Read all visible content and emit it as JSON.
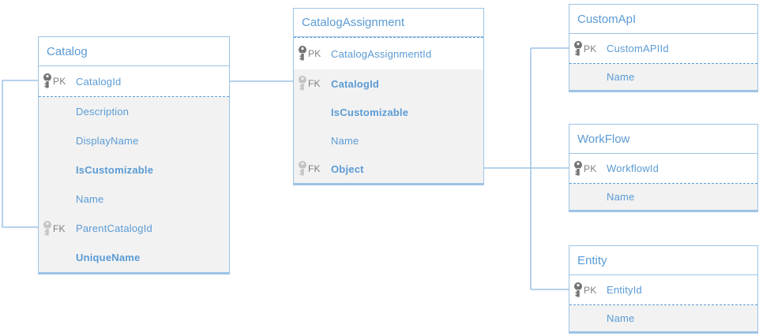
{
  "colors": {
    "border": "#9DC3E6",
    "header_text": "#5B9BD5",
    "field_text": "#5B9BD5",
    "group_row_bg": "#F2F2F2",
    "pk_icon": "#737373",
    "fk_icon": "#C4C4C4",
    "key_label_text": "#7F7F7F",
    "connector": "#9DC3E6"
  },
  "entities": [
    {
      "name": "Catalog",
      "fields": [
        {
          "key": "PK",
          "name": "CatalogId",
          "bold": false
        },
        {
          "key": "",
          "name": "Description",
          "bold": false
        },
        {
          "key": "",
          "name": "DisplayName",
          "bold": false
        },
        {
          "key": "",
          "name": "IsCustomizable",
          "bold": true
        },
        {
          "key": "",
          "name": "Name",
          "bold": false
        },
        {
          "key": "FK",
          "name": "ParentCatalogId",
          "bold": false
        },
        {
          "key": "",
          "name": "UniqueName",
          "bold": true
        }
      ]
    },
    {
      "name": "CatalogAssignment",
      "fields": [
        {
          "key": "PK",
          "name": "CatalogAssignmentId",
          "bold": false
        },
        {
          "key": "FK",
          "name": "CatalogId",
          "bold": true
        },
        {
          "key": "",
          "name": "IsCustomizable",
          "bold": true
        },
        {
          "key": "",
          "name": "Name",
          "bold": false
        },
        {
          "key": "FK",
          "name": "Object",
          "bold": true
        }
      ]
    },
    {
      "name": "CustomApI",
      "fields": [
        {
          "key": "PK",
          "name": "CustomAPIId",
          "bold": false
        },
        {
          "key": "",
          "name": "Name",
          "bold": false
        }
      ]
    },
    {
      "name": "WorkFlow",
      "fields": [
        {
          "key": "PK",
          "name": "WorkflowId",
          "bold": false
        },
        {
          "key": "",
          "name": "Name",
          "bold": false
        }
      ]
    },
    {
      "name": "Entity",
      "fields": [
        {
          "key": "PK",
          "name": "EntityId",
          "bold": false
        },
        {
          "key": "",
          "name": "Name",
          "bold": false
        }
      ]
    }
  ],
  "relationships": [
    {
      "from": "Catalog.ParentCatalogId",
      "to": "Catalog.CatalogId"
    },
    {
      "from": "CatalogAssignment.CatalogId",
      "to": "Catalog.CatalogId"
    },
    {
      "from": "CatalogAssignment.Object",
      "to": "CustomApI.CustomAPIId"
    },
    {
      "from": "CatalogAssignment.Object",
      "to": "WorkFlow.WorkflowId"
    },
    {
      "from": "CatalogAssignment.Object",
      "to": "Entity.EntityId"
    }
  ]
}
